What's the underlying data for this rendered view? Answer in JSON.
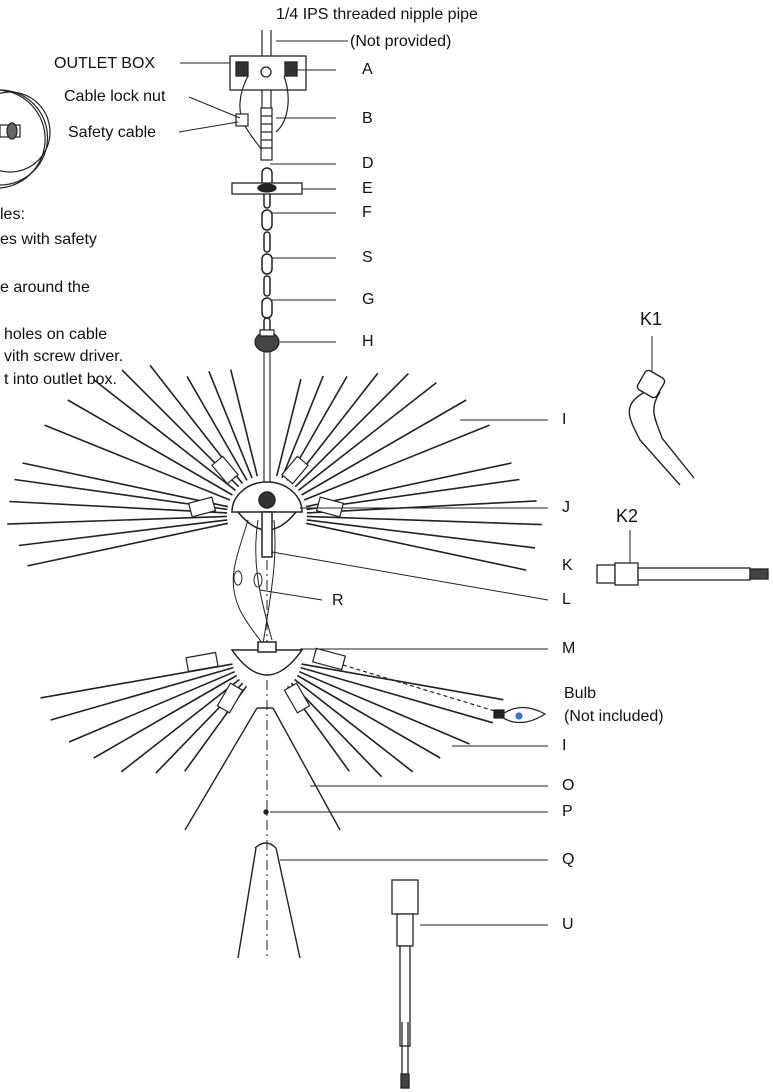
{
  "header": {
    "pipe_note": "1/4 IPS threaded nipple pipe",
    "not_provided": "(Not provided)"
  },
  "callouts": {
    "outlet_box": "OUTLET BOX",
    "cable_lock_nut": "Cable lock nut",
    "safety_cable": "Safety  cable",
    "bulb": "Bulb",
    "bulb_note": "(Not included)"
  },
  "parts": {
    "A": "A",
    "B": "B",
    "D": "D",
    "E": "E",
    "F": "F",
    "S": "S",
    "G": "G",
    "H": "H",
    "I": "I",
    "J": "J",
    "K": "K",
    "L": "L",
    "R": "R",
    "M": "M",
    "I2": "I",
    "O": "O",
    "P": "P",
    "Q": "Q",
    "U": "U",
    "K1": "K1",
    "K2": "K2"
  },
  "instructions": {
    "line1": "les:",
    "line2": "es with safety",
    "line3": "e around the",
    "line4": "holes on cable",
    "line5": "vith screw driver.",
    "line6": "t into outlet box."
  }
}
